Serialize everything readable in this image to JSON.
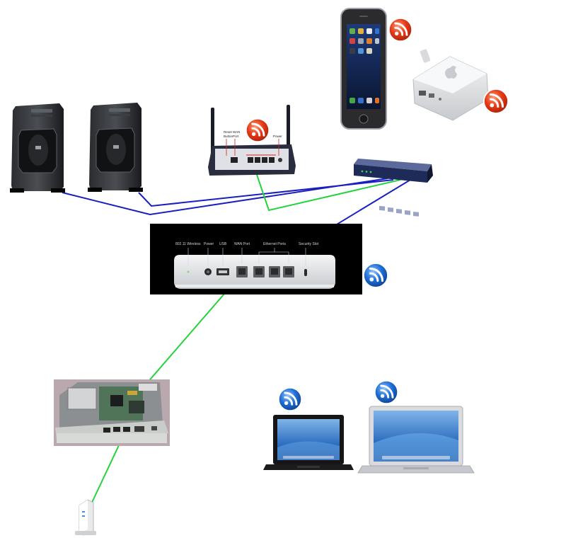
{
  "colors": {
    "wire_blue": "#1a1fbf",
    "wire_green": "#22d43a",
    "badge_red": "#e63a17",
    "badge_blue": "#1f6fd6",
    "backdrop": "#000000"
  },
  "router": {
    "labels": {
      "reset": "Reset",
      "button": "Button",
      "wan": "WAN",
      "port": "Port",
      "power": "Power"
    }
  },
  "base_station": {
    "labels": {
      "wireless": "802.11 Wireless",
      "power": "Power",
      "usb": "USB",
      "wan": "WAN Port",
      "ethernet": "Ethernet Ports",
      "security": "Security Slot"
    }
  },
  "icons": {
    "wireless_badge_red": "wifi-badge-icon",
    "wireless_badge_blue": "wifi-badge-icon"
  }
}
